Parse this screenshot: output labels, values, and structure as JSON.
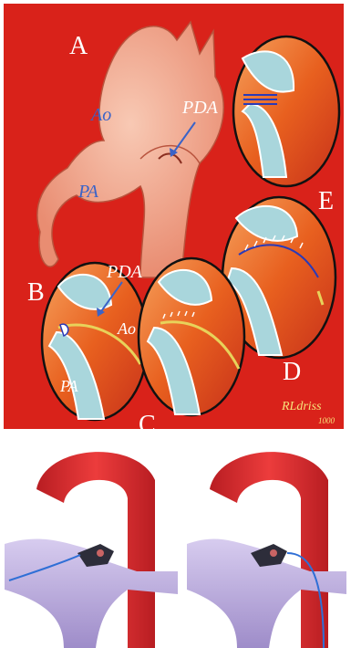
{
  "figure_top": {
    "panel_labels": {
      "a": "A",
      "b": "B",
      "c": "C",
      "d": "D",
      "e": "E"
    },
    "anatomy_labels": {
      "ao_main": "Ao",
      "pa_main": "PA",
      "pda_main": "PDA",
      "pda_b": "PDA",
      "ao_b": "Ao",
      "pa_b": "PA"
    },
    "signature": {
      "name": "RLdriss",
      "year": "1000"
    }
  },
  "figure_bottom": {
    "panels": [
      "left-device-schematic",
      "right-device-schematic"
    ]
  },
  "colors": {
    "background_red": "#d9221a",
    "vessel_flesh": "#f0a48a",
    "aorta_red": "#d42a2a",
    "pa_lavender": "#b9a9dc",
    "label_blue": "#3a63c8",
    "tissue_blue": "#a9d6dc",
    "inset_orange": "#f07a2c"
  }
}
